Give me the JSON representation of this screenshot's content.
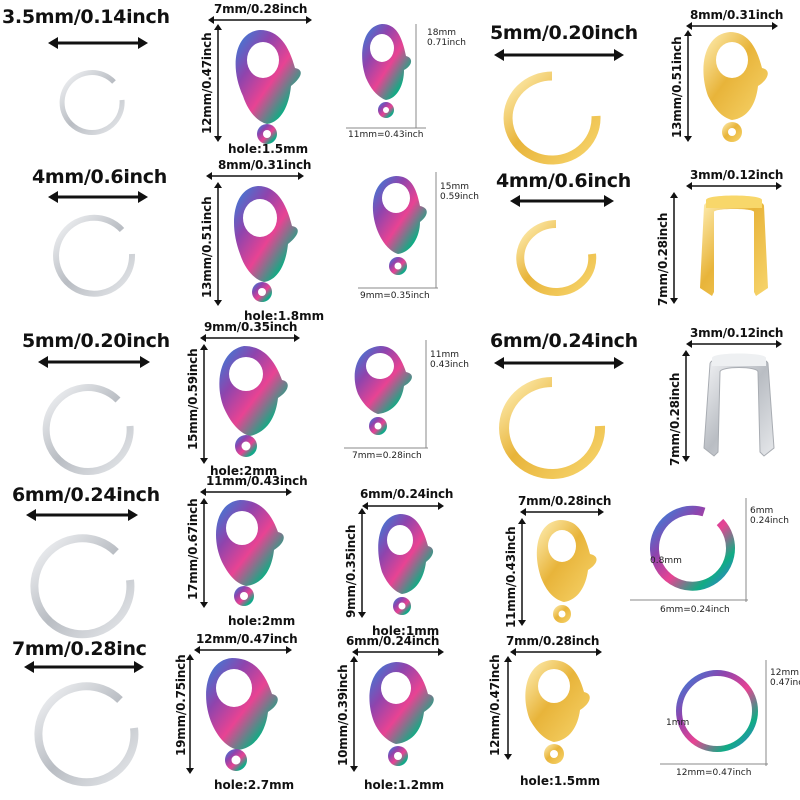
{
  "col1": [
    {
      "size": "3.5mm/0.14inch"
    },
    {
      "size": "4mm/0.6inch"
    },
    {
      "size": "5mm/0.20inch"
    },
    {
      "size": "6mm/0.24inch"
    },
    {
      "size": "7mm/0.28inc"
    }
  ],
  "col2": [
    {
      "width": "7mm/0.28inch",
      "height": "12mm/0.47inch",
      "hole": "hole:1.5mm"
    },
    {
      "width": "8mm/0.31inch",
      "height": "13mm/0.51inch",
      "hole": "hole:1.8mm"
    },
    {
      "width": "9mm/0.35inch",
      "height": "15mm/0.59inch",
      "hole": "hole:2mm"
    },
    {
      "width": "11mm/0.43inch",
      "height": "17mm/0.67inch",
      "hole": "hole:2mm"
    },
    {
      "width": "12mm/0.47inch",
      "height": "19mm/0.75inch",
      "hole": "hole:2.7mm"
    }
  ],
  "col3": [
    {
      "h_mm": "18mm",
      "h_in": "0.71inch",
      "width": "11mm=0.43inch"
    },
    {
      "h_mm": "15mm",
      "h_in": "0.59inch",
      "width": "9mm=0.35inch"
    },
    {
      "h_mm": "11mm",
      "h_in": "0.43inch",
      "width": "7mm=0.28inch"
    },
    {
      "width": "6mm/0.24inch",
      "height": "9mm/0.35inch",
      "hole": "hole:1mm"
    },
    {
      "width": "6mm/0.24inch",
      "height": "10mm/0.39inch",
      "hole": "hole:1.2mm"
    }
  ],
  "col4": [
    {
      "size": "5mm/0.20inch"
    },
    {
      "size": "4mm/0.6inch"
    },
    {
      "size": "6mm/0.24inch"
    },
    {
      "width": "7mm/0.28inch",
      "height": "11mm/0.43inch"
    },
    {
      "width": "7mm/0.28inch",
      "height": "12mm/0.47inch",
      "hole": "hole:1.5mm"
    }
  ],
  "col5": [
    {
      "width": "8mm/0.31inch",
      "height": "13mm/0.51inch"
    },
    {
      "width": "3mm/0.12inch",
      "height": "7mm/0.28inch"
    },
    {
      "width": "3mm/0.12inch",
      "height": "7mm/0.28inch"
    },
    {
      "h_mm": "6mm",
      "h_in": "0.24inch",
      "width": "6mm=0.24inch",
      "inner": "0.8mm"
    },
    {
      "h_mm": "12mm",
      "h_in": "0.47inch",
      "width": "12mm=0.47inch",
      "inner": "1mm"
    }
  ],
  "colors": {
    "silver": "#cfd2d6",
    "gold": "#e8b43a",
    "rainbow": [
      "#3a7bd5",
      "#8e44ad",
      "#e84393",
      "#2ecc71",
      "#00cec9"
    ]
  }
}
